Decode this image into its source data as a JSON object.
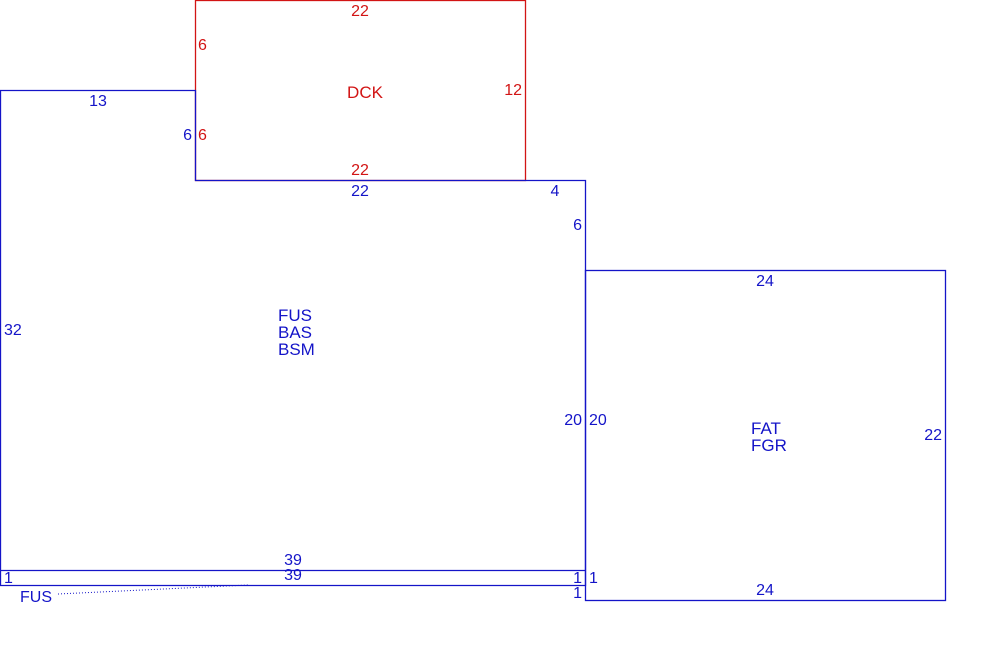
{
  "colors": {
    "main": "#1414c8",
    "deck": "#d21414"
  },
  "deck": {
    "area_label": "DCK",
    "top": "22",
    "left_upper": "6",
    "left_lower": "6",
    "right": "12",
    "bottom": "22"
  },
  "main_house": {
    "area_labels": [
      "FUS",
      "BAS",
      "BSM"
    ],
    "top": "13",
    "left": "32",
    "notch_side": "6",
    "notch_bottom": "22",
    "step_top": "4",
    "step_side": "6",
    "right": "20",
    "bottom": "39"
  },
  "garage": {
    "area_labels": [
      "FAT",
      "FGR"
    ],
    "top": "24",
    "left": "20",
    "right": "22",
    "bottom": "24"
  },
  "strip": {
    "top": "39",
    "left": "1",
    "right_inner": "1",
    "right_outer": "1",
    "right_lower": "1",
    "callout_label": "FUS"
  }
}
